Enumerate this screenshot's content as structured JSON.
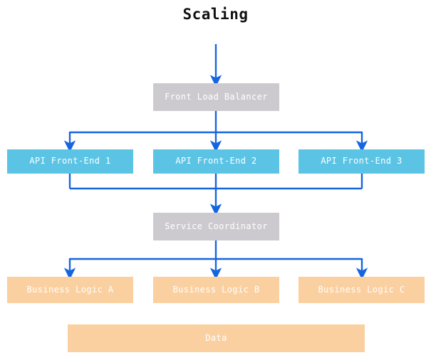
{
  "diagram": {
    "title": "Scaling",
    "background_color": "#ffffff",
    "title_color": "#111111",
    "edge_color": "#1565e0",
    "palette": {
      "gray": "#cccace",
      "blue": "#5bc4e5",
      "orange": "#fbd0a0",
      "node_text": "#ffffff"
    },
    "tiers": [
      {
        "name": "entry",
        "nodes": [
          {
            "id": "front-load-balancer",
            "label": "Front Load Balancer",
            "style": "gray"
          }
        ]
      },
      {
        "name": "api-front-end",
        "nodes": [
          {
            "id": "api-front-end-1",
            "label": "API Front-End 1",
            "style": "blue"
          },
          {
            "id": "api-front-end-2",
            "label": "API Front-End 2",
            "style": "blue"
          },
          {
            "id": "api-front-end-3",
            "label": "API Front-End 3",
            "style": "blue"
          }
        ]
      },
      {
        "name": "coordination",
        "nodes": [
          {
            "id": "service-coordinator",
            "label": "Service Coordinator",
            "style": "gray"
          }
        ]
      },
      {
        "name": "business-logic",
        "nodes": [
          {
            "id": "business-logic-a",
            "label": "Business Logic A",
            "style": "orange"
          },
          {
            "id": "business-logic-b",
            "label": "Business Logic B",
            "style": "orange"
          },
          {
            "id": "business-logic-c",
            "label": "Business Logic C",
            "style": "orange"
          }
        ]
      },
      {
        "name": "storage",
        "nodes": [
          {
            "id": "data",
            "label": "Data",
            "style": "orange"
          }
        ]
      }
    ]
  }
}
